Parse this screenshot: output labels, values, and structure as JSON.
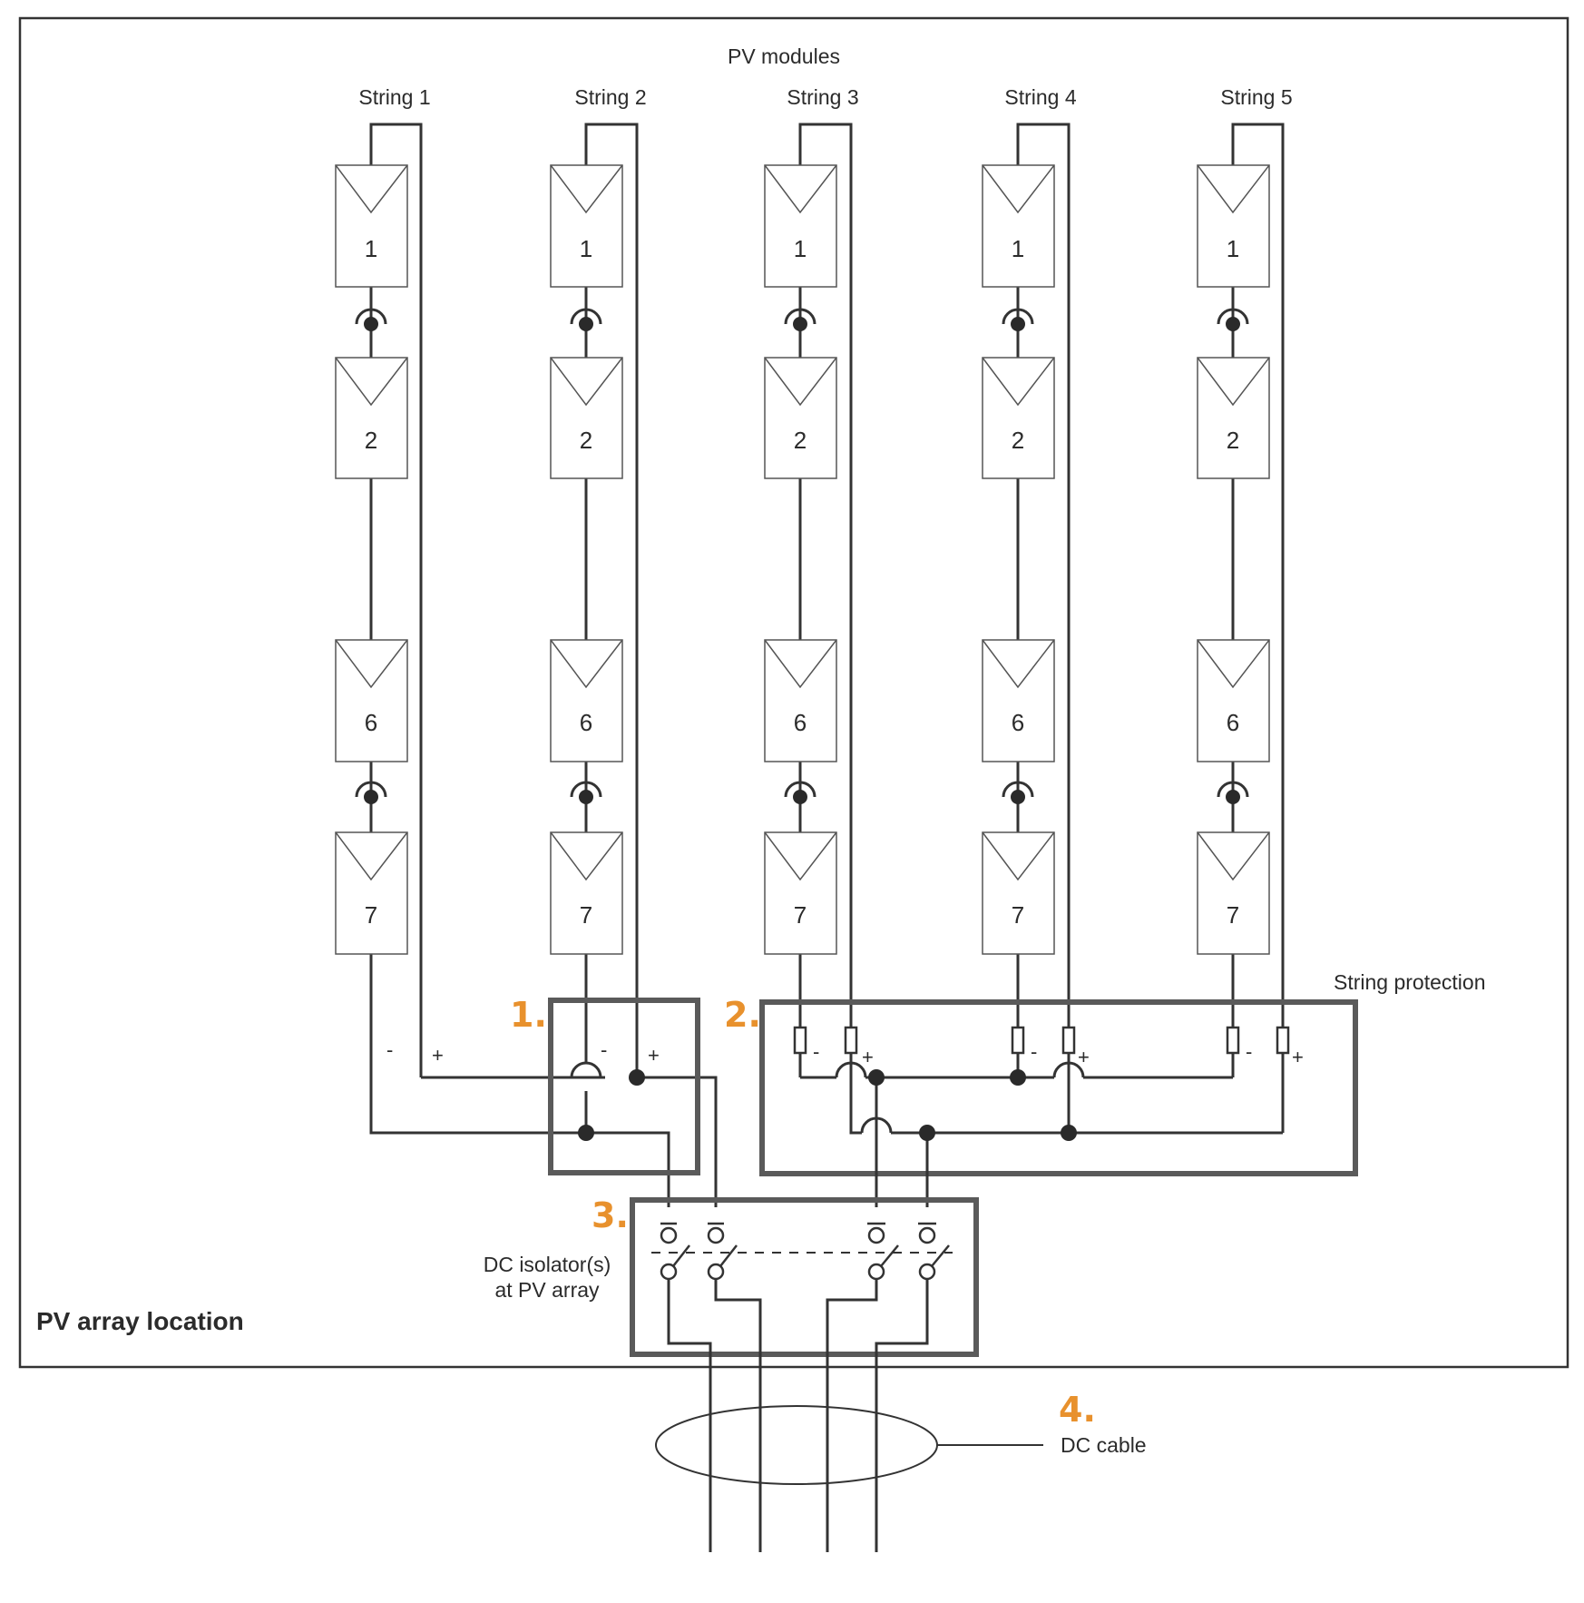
{
  "title": "PV modules",
  "location_label": "PV array location",
  "strings": [
    {
      "label": "String 1",
      "modules": [
        "1",
        "2",
        "6",
        "7"
      ]
    },
    {
      "label": "String 2",
      "modules": [
        "1",
        "2",
        "6",
        "7"
      ]
    },
    {
      "label": "String 3",
      "modules": [
        "1",
        "2",
        "6",
        "7"
      ]
    },
    {
      "label": "String 4",
      "modules": [
        "1",
        "2",
        "6",
        "7"
      ]
    },
    {
      "label": "String 5",
      "modules": [
        "1",
        "2",
        "6",
        "7"
      ]
    }
  ],
  "polarity": {
    "minus": "-",
    "plus": "+"
  },
  "string_protection_label": "String protection",
  "isolator_label_line1": "DC isolator(s)",
  "isolator_label_line2": "at PV array",
  "dc_cable_label": "DC cable",
  "steps": [
    "1.",
    "2.",
    "3.",
    "4."
  ],
  "colors": {
    "line": "#333333",
    "box": "#5a5a5a",
    "accent": "#e8912d",
    "module_border": "#555555"
  }
}
